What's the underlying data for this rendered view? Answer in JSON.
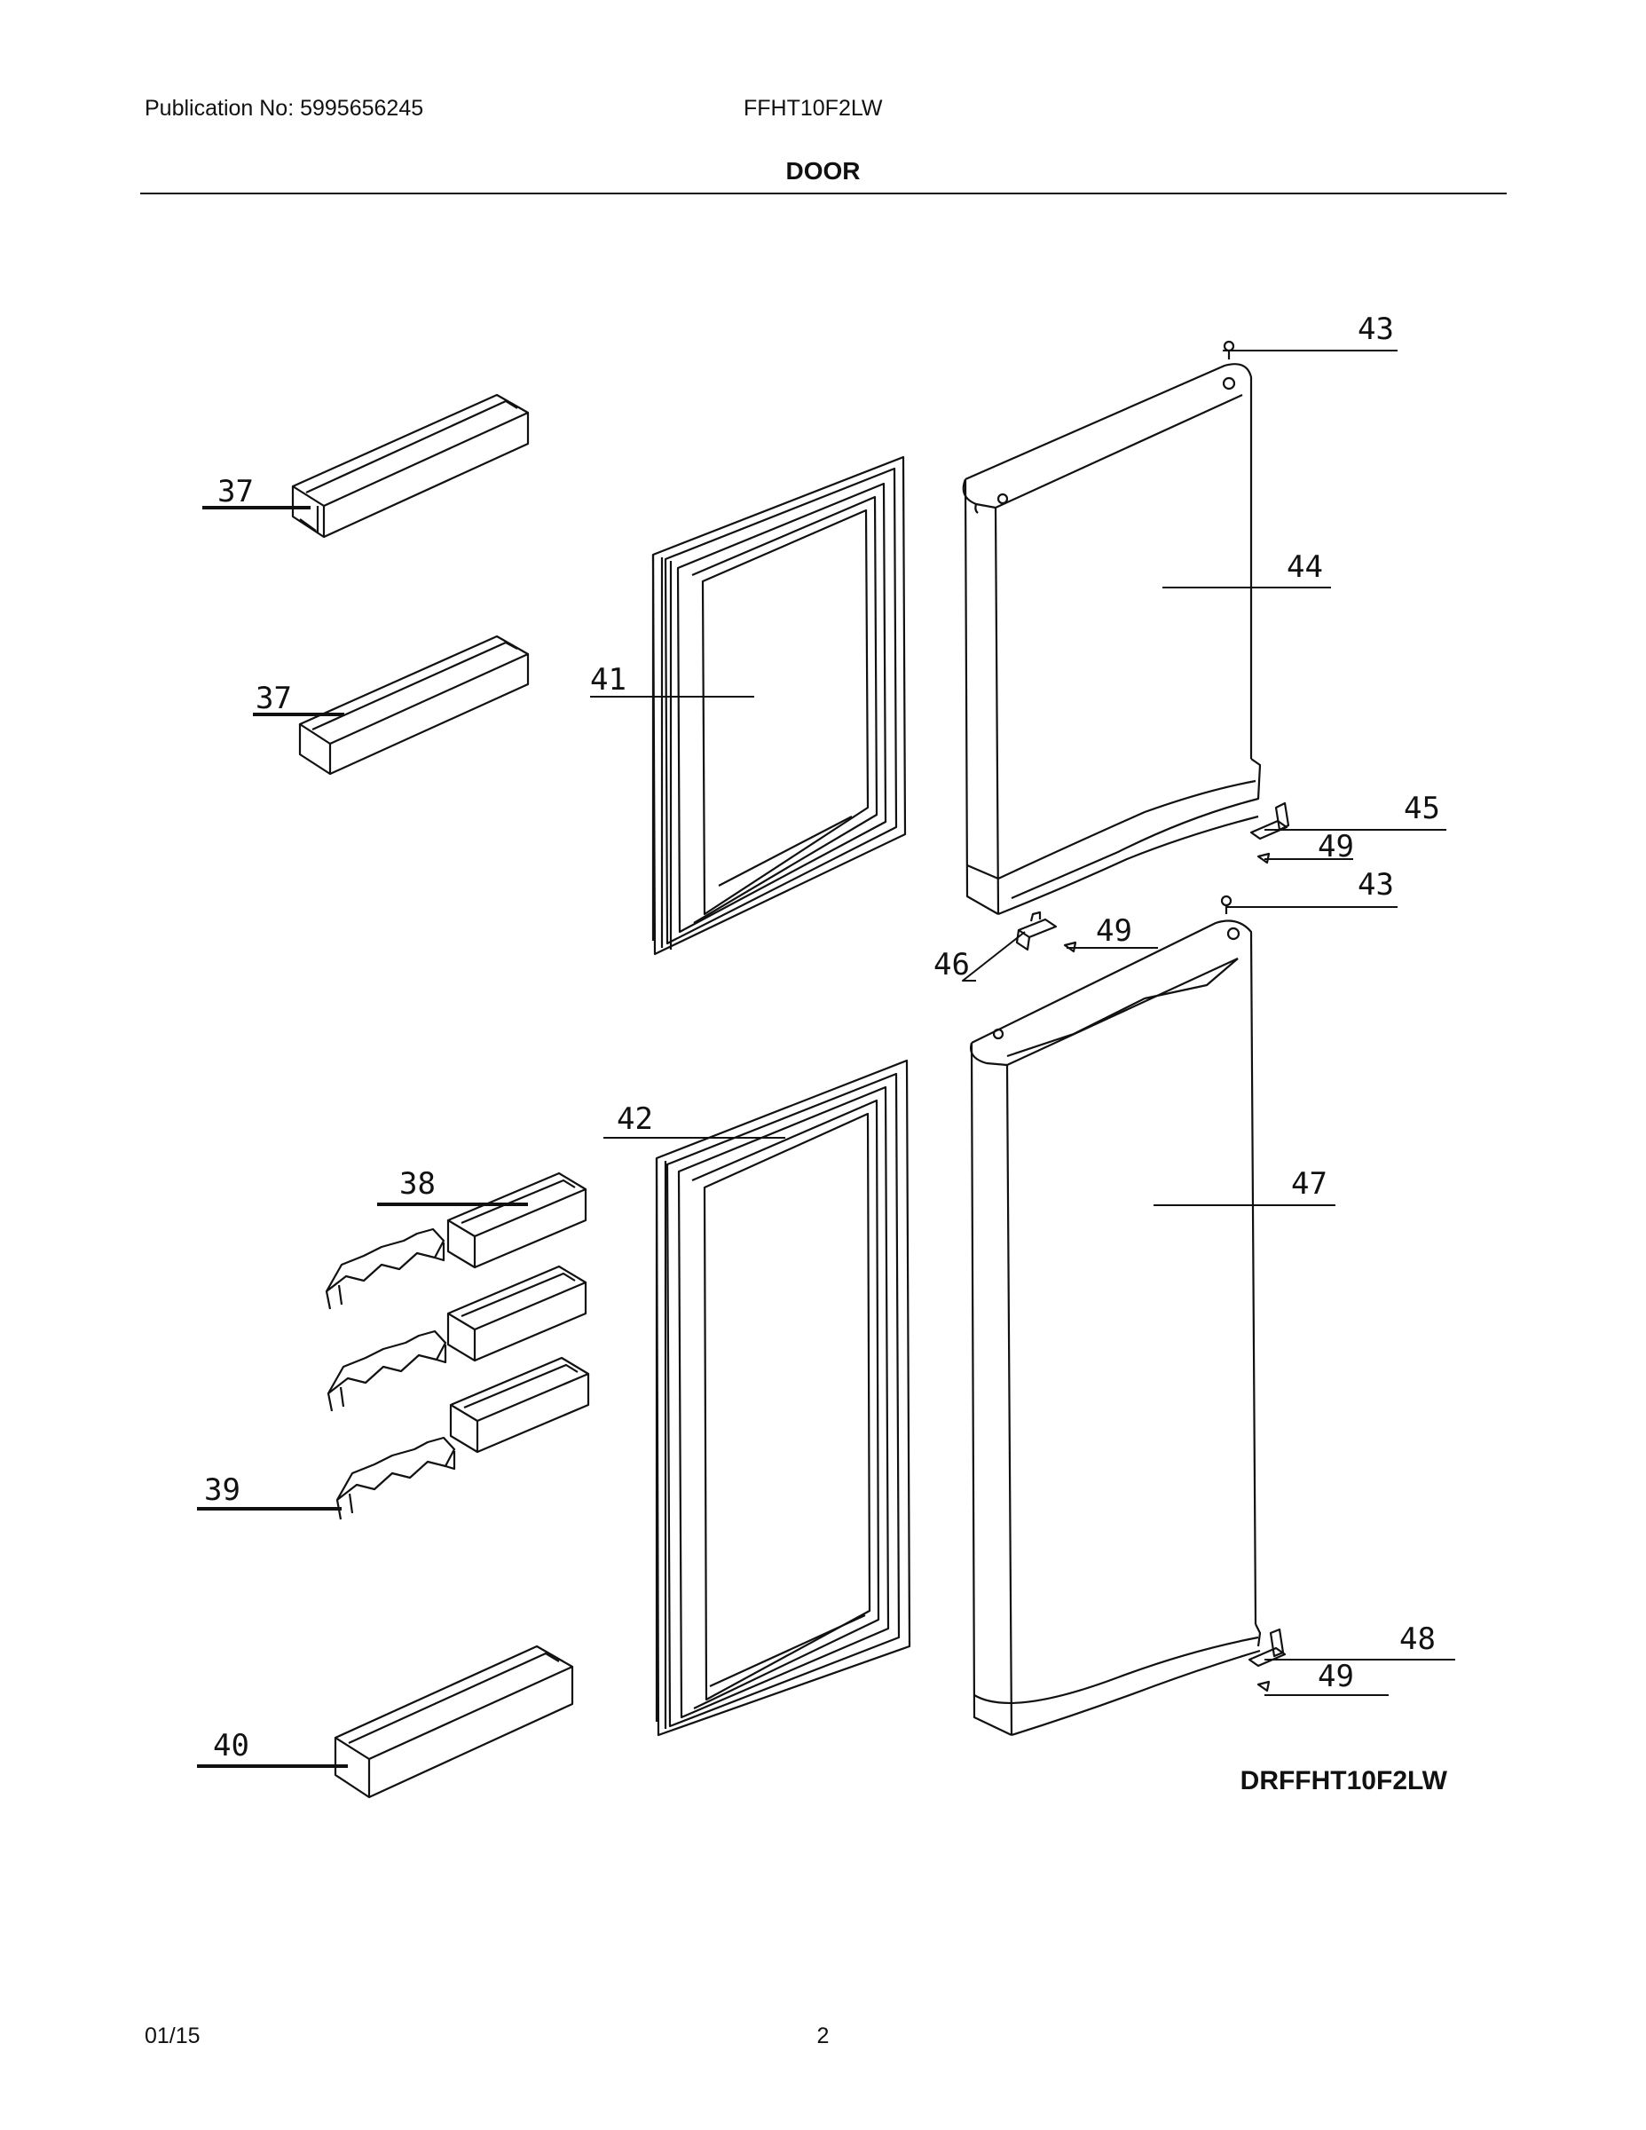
{
  "header": {
    "publication": "Publication No: 5995656245",
    "model": "FFHT10F2LW",
    "title": "DOOR"
  },
  "diagram": {
    "code": "DRFFHT10F2LW",
    "callouts": {
      "c37a": "37",
      "c37b": "37",
      "c38": "38",
      "c39": "39",
      "c40": "40",
      "c41": "41",
      "c42": "42",
      "c43a": "43",
      "c43b": "43",
      "c44": "44",
      "c45": "45",
      "c46": "46",
      "c47": "47",
      "c48": "48",
      "c49a": "49",
      "c49b": "49",
      "c49c": "49"
    }
  },
  "footer": {
    "date": "01/15",
    "page": "2"
  }
}
